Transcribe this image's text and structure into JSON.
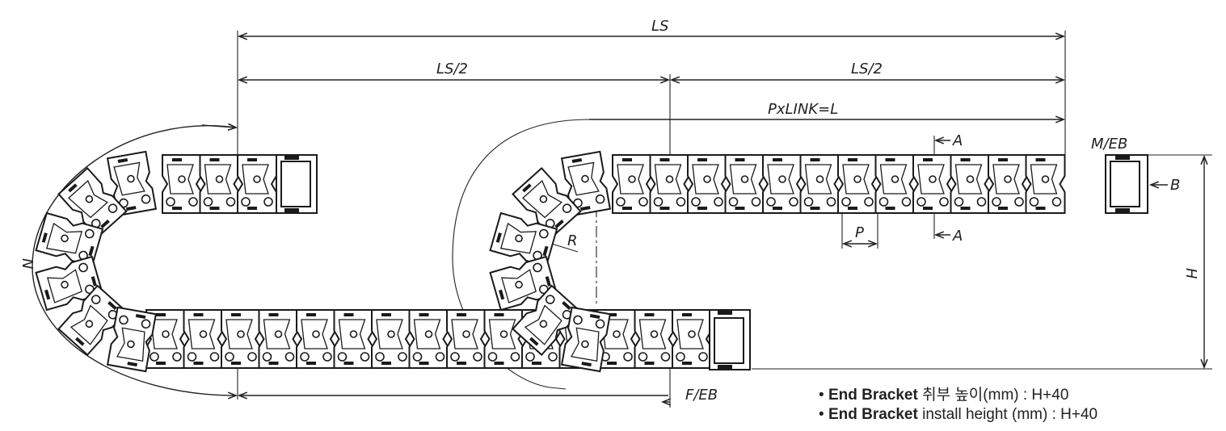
{
  "dimensions": {
    "ls": "LS",
    "ls_half_left": "LS/2",
    "ls_half_right": "LS/2",
    "pitch_length": "PxLINK=L",
    "moving_end_bracket": "M/EB",
    "fixed_end_bracket": "F/EB",
    "section_a_top": "A",
    "section_a_bottom": "A",
    "view_b": "B",
    "height": "H",
    "pitch": "P",
    "radius": "R",
    "arc_length": "N"
  },
  "notes": [
    {
      "bullet": "•",
      "bold": "End Bracket",
      "text": " 취부 높이(mm) : H+40"
    },
    {
      "bullet": "•",
      "bold": "End Bracket",
      "text": " install height (mm) : H+40"
    }
  ]
}
